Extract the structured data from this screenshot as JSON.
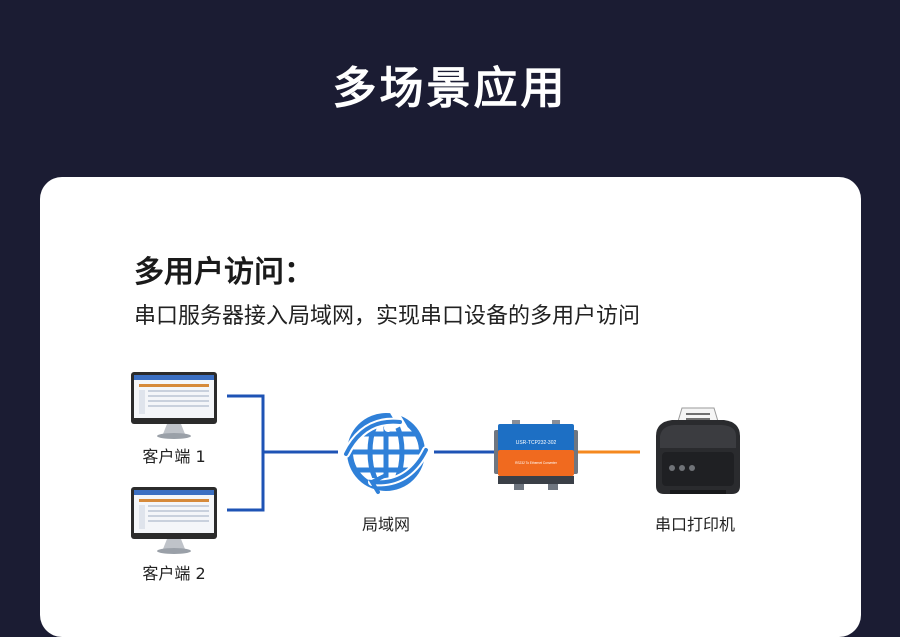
{
  "header": {
    "title": "多场景应用"
  },
  "section": {
    "heading": "多用户访问：",
    "description": "串口服务器接入局域网，实现串口设备的多用户访问"
  },
  "nodes": {
    "client1": "客户端 1",
    "client2": "客户端 2",
    "lan": "局域网",
    "printer": "串口打印机"
  },
  "device": {
    "model": "USR-TCP232-302",
    "caption": "RS232 To Ethernet Converter"
  },
  "colors": {
    "background": "#1b1c33",
    "card": "#ffffff",
    "network_line": "#1e53b5",
    "serial_line": "#f5891f",
    "globe": "#2f80d8"
  }
}
